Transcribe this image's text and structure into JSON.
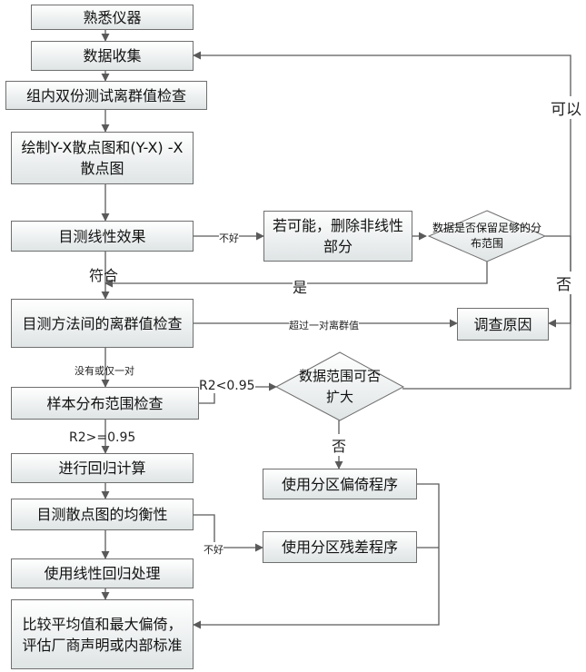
{
  "nodes": {
    "n1": "熟悉仪器",
    "n2": "数据收集",
    "n3": "组内双份测试离群值检查",
    "n4": "绘制Y-X散点图和(Y-X) -X散点图",
    "n5": "目测线性效果",
    "n6": "若可能，删除非线性部分",
    "d1": "数据是否保留足够的分布范围",
    "n7": "目测方法间的离群值检查",
    "n8": "调查原因",
    "n9": "样本分布范围检查",
    "d2": "数据范围可否扩大",
    "n10": "进行回归计算",
    "n11": "使用分区偏倚程序",
    "n12": "目测散点图的均衡性",
    "n13": "使用分区残差程序",
    "n14": "使用线性回归处理",
    "n15": "比较平均值和最大偏倚，评估厂商声明或内部标准"
  },
  "labels": {
    "bad1": "不好",
    "ok": "可以",
    "no1": "否",
    "fit": "符合",
    "yes": "是",
    "over": "超过一对离群值",
    "noneOrOne": "没有或仅一对",
    "r2lt": "R2<0.95",
    "no2": "否",
    "r2ge": "R2>=0.95",
    "bad2": "不好"
  }
}
